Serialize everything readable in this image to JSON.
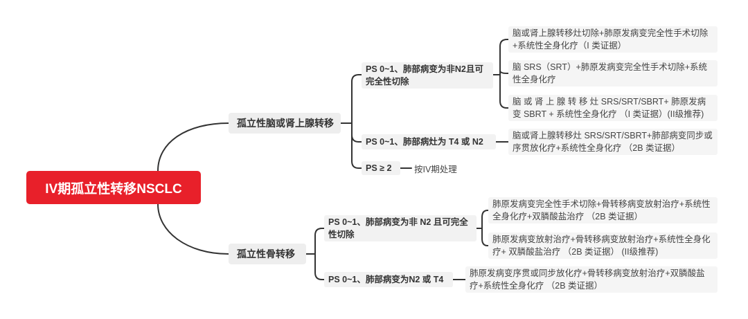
{
  "root": {
    "label": "IV期孤立性转移NSCLC"
  },
  "branches": [
    {
      "label": "孤立性脑或肾上腺转移",
      "children": [
        {
          "label": "PS 0~1、肺部病变为非N2且可完全性切除",
          "leaves": [
            "脑或肾上腺转移灶切除+肺原发病变完全性手术切除+系统性全身化疗（I 类证据）",
            "脑 SRS（SRT）+肺原发病变完全性手术切除+系统性全身化疗",
            "脑 或 肾 上 腺 转 移 灶 SRS/SRT/SBRT+ 肺原发病变 SBRT + 系统性全身化疗 （I 类证据）(II级推荐)"
          ]
        },
        {
          "label": "PS 0~1、肺部病灶为 T4 或 N2",
          "leaves": [
            "脑或肾上腺转移灶 SRS/SRT/SBRT+肺部病变同步或序贯放化疗+系统性全身化疗 （2B 类证据）"
          ]
        },
        {
          "label": "PS ≥ 2",
          "leaves": [
            "按IV期处理"
          ]
        }
      ]
    },
    {
      "label": "孤立性骨转移",
      "children": [
        {
          "label": "PS 0~1、肺部病变为非 N2 且可完全性切除",
          "leaves": [
            "肺原发病变完全性手术切除+骨转移病变放射治疗+系统性全身化疗+双膦酸盐治疗 （2B 类证据）",
            "肺原发病变放射治疗+骨转移病变放射治疗+系统性全身化疗+ 双膦酸盐治疗 （2B 类证据） (II级推荐)"
          ]
        },
        {
          "label": "PS 0~1、肺部病变为N2 或 T4",
          "leaves": [
            "肺原发病变序贯或同步放化疗+骨转移病变放射治疗+双膦酸盐疗+系统性全身化疗 （2B 类证据）"
          ]
        }
      ]
    }
  ]
}
